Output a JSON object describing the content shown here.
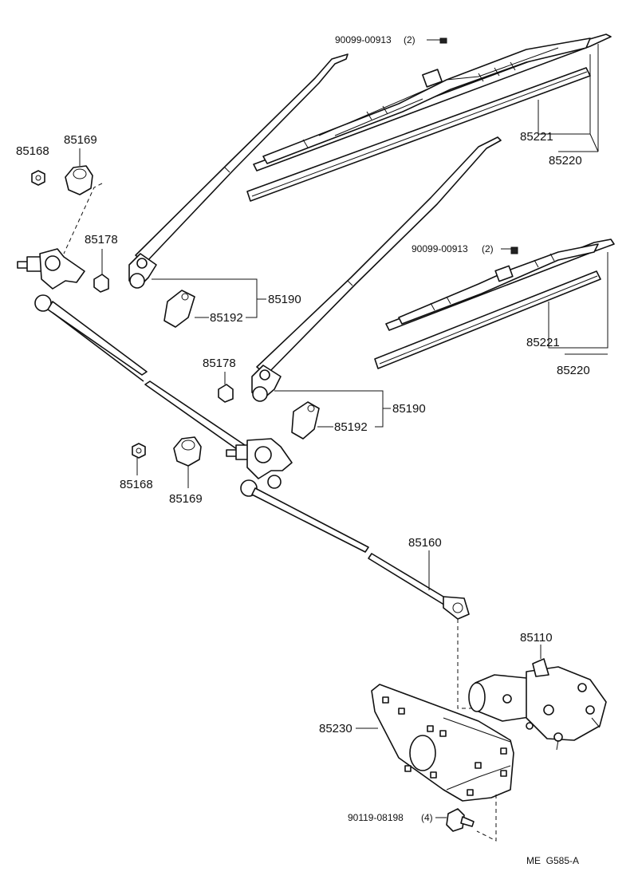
{
  "labels": {
    "screw_upper": "90099-00913",
    "screw_upper_qty": "(2)",
    "screw_mid": "90099-00913",
    "screw_mid_qty": "(2)",
    "refill_upper": "85221",
    "blade_upper": "85220",
    "refill_lower": "85221",
    "blade_lower": "85220",
    "nut_upper": "85168",
    "cushion_upper": "85169",
    "collar_upper": "85178",
    "arm_upper": "85190",
    "cap_upper": "85192",
    "collar_lower": "85178",
    "arm_lower": "85190",
    "cap_lower": "85192",
    "nut_lower": "85168",
    "cushion_lower": "85169",
    "link": "85160",
    "motor": "85110",
    "bracket": "85230",
    "bolt": "90119-08198",
    "bolt_qty": "(4)",
    "figure_code": "ME  G585-A"
  },
  "icons": [
    "wiper-arm",
    "wiper-blade",
    "blade-refill",
    "pivot-nut",
    "cushion",
    "collar",
    "arm-cap",
    "link-rod",
    "wiper-motor",
    "motor-bracket",
    "bolt",
    "screw"
  ]
}
